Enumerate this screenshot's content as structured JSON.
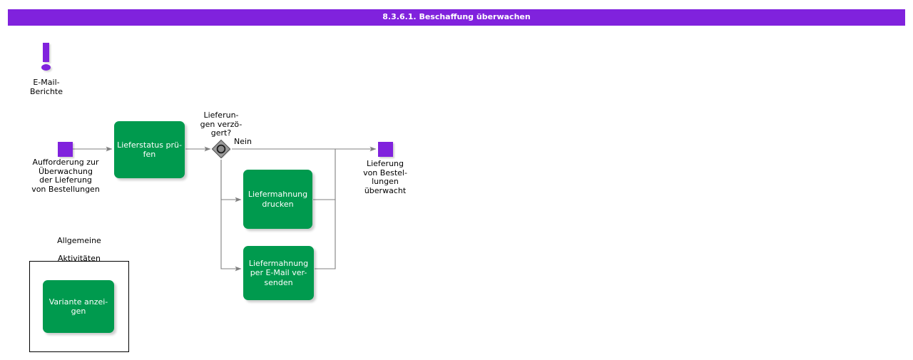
{
  "titlebar": {
    "title": "8.3.6.1. Beschaffung überwachen",
    "background": "#8022dd",
    "text_color": "#ffffff"
  },
  "colors": {
    "task_green": "#009a4e",
    "event_purple": "#8022dd",
    "gateway_gray": "#8c8c8c",
    "connector_gray": "#808080",
    "text_black": "#000000"
  },
  "diagram": {
    "artifacts": [
      {
        "name": "email-report",
        "icon": "exclamation-icon",
        "label": "E-Mail-\nBerichte"
      }
    ],
    "events": [
      {
        "name": "start-event",
        "type": "start",
        "label": "Aufforderung zur\nÜberwachung\nder Lieferung\nvon Bestellungen"
      },
      {
        "name": "end-event",
        "type": "end",
        "label": "Lieferung\nvon Bestel-\nlungen\nüberwacht"
      }
    ],
    "gateways": [
      {
        "name": "delivery-delayed-gateway",
        "type": "inclusive",
        "label": "Lieferun-\ngen verzö-\ngert?"
      }
    ],
    "tasks": [
      {
        "name": "check-delivery-status-task",
        "label": "Lieferstatus prü-\nfen"
      },
      {
        "name": "print-dunning-task",
        "label": "Liefermahnung\ndrucken"
      },
      {
        "name": "send-dunning-email-task",
        "label": "Liefermahnung\nper E-Mail ver-\nsenden"
      }
    ],
    "flow_labels": [
      {
        "name": "flow-label-nein",
        "text": "Nein"
      }
    ],
    "group": {
      "name": "general-activities-group",
      "title": "Allgemeine\nAktivitäten",
      "tasks": [
        {
          "name": "show-variant-task",
          "label": "Variante anzei-\ngen"
        }
      ]
    }
  }
}
